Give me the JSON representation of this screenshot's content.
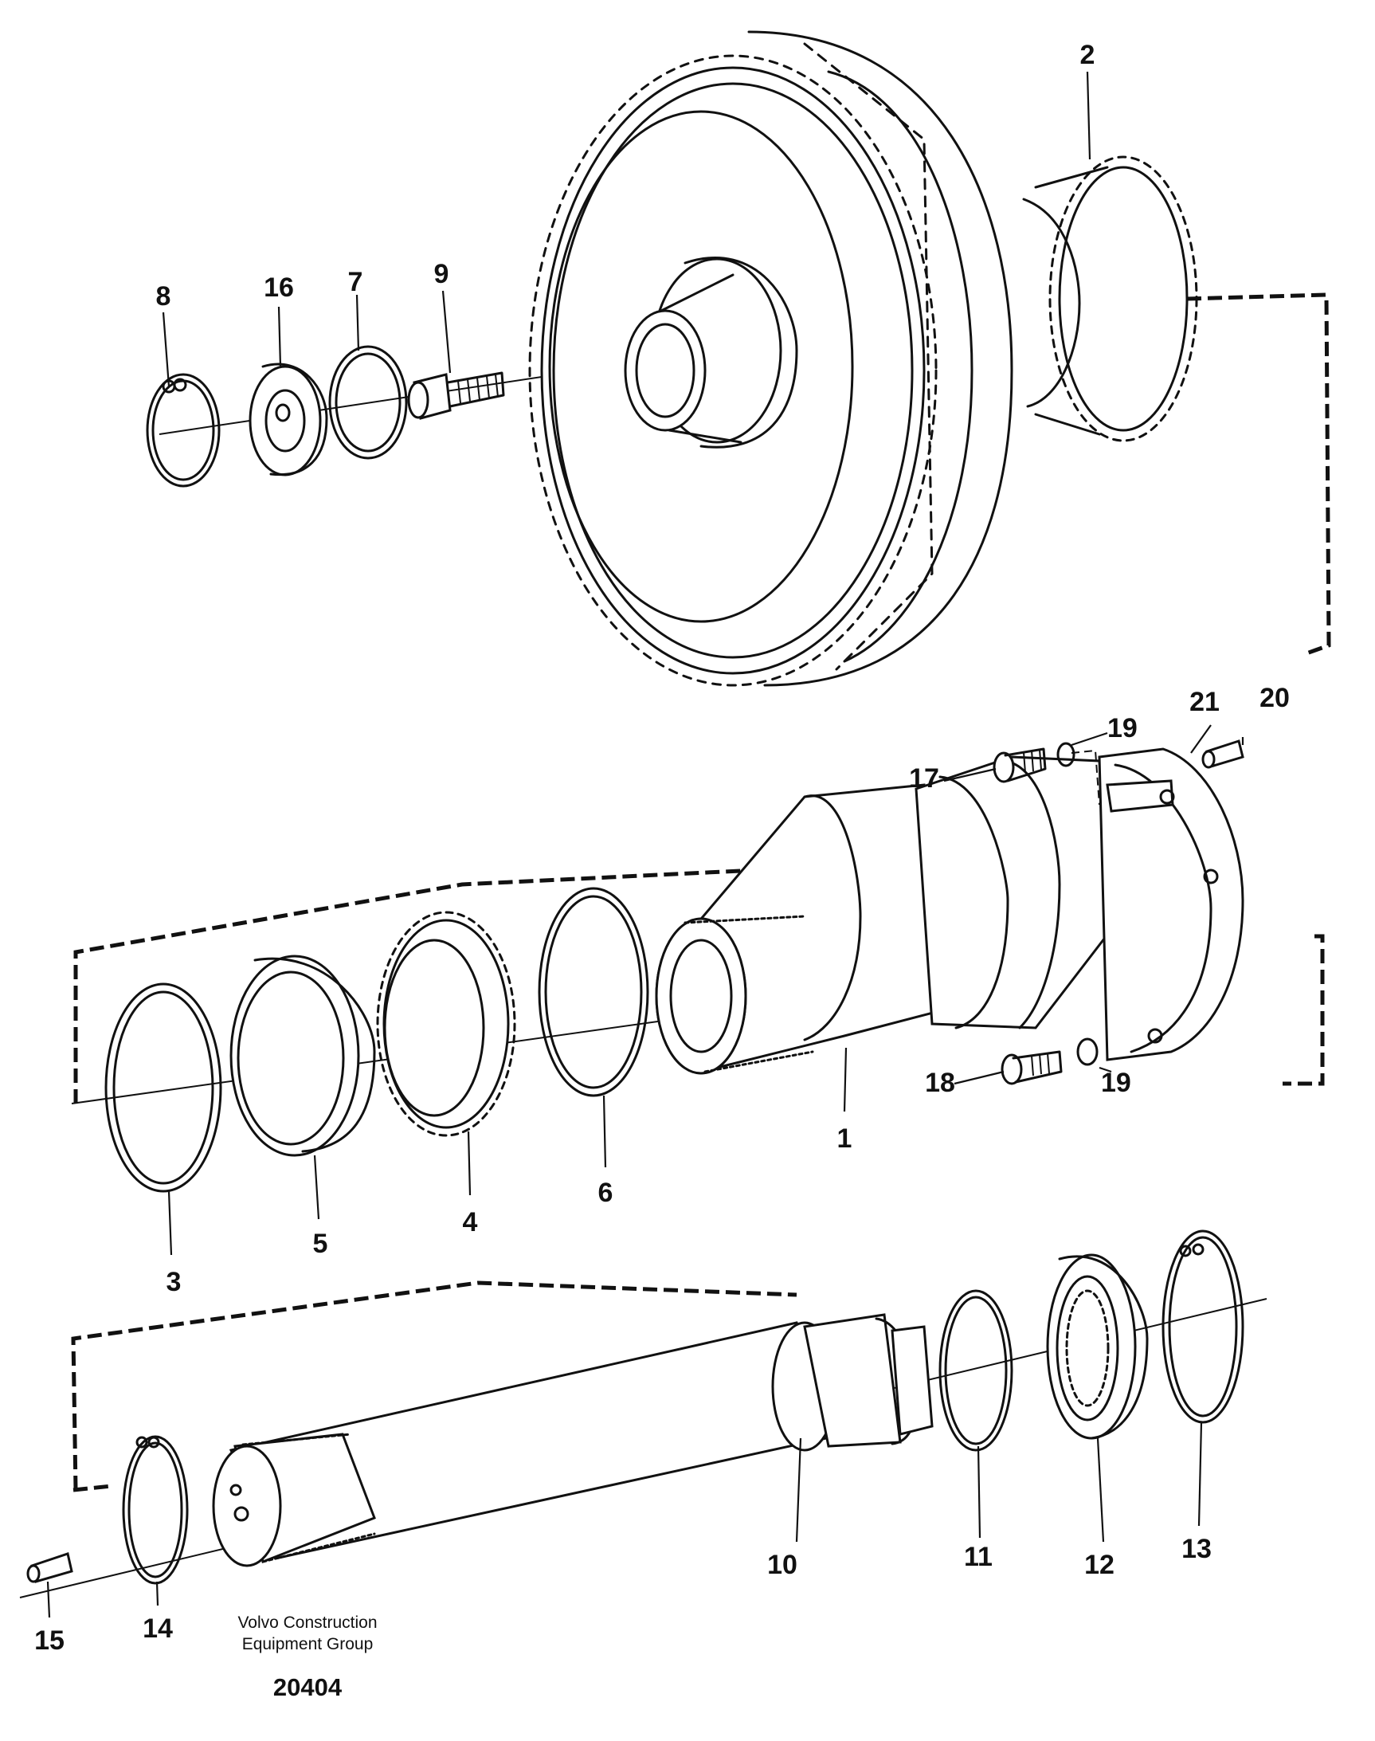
{
  "diagram": {
    "labels": [
      "1",
      "2",
      "3",
      "4",
      "5",
      "6",
      "7",
      "8",
      "9",
      "10",
      "11",
      "12",
      "13",
      "14",
      "15",
      "16",
      "17",
      "18",
      "19",
      "19",
      "20",
      "21"
    ],
    "footer": {
      "company_line1": "Volvo Construction",
      "company_line2": "Equipment Group",
      "drawing_number": "20404"
    }
  }
}
